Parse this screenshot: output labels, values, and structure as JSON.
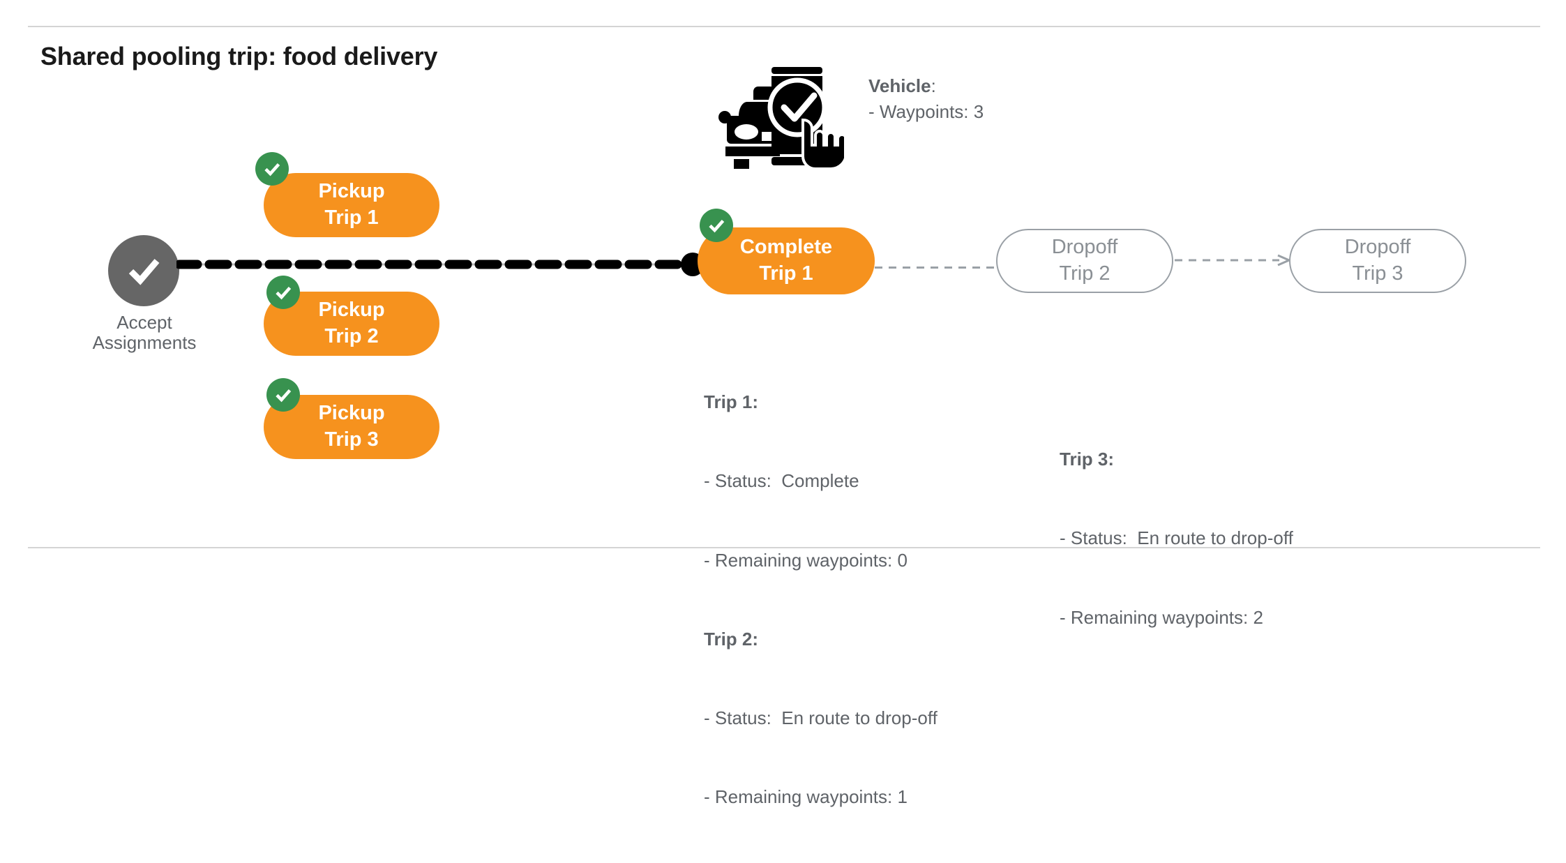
{
  "page": {
    "title": "Shared pooling trip: food delivery",
    "accent_orange": "#F6921E",
    "accent_green": "#38924F",
    "node_gray": "#666666",
    "text_gray": "#5f6368",
    "outline_gray": "#9aa0a6",
    "rule_gray": "#d4d4d4"
  },
  "start_node": {
    "icon": "check-circle-icon",
    "label_line1": "Accept",
    "label_line2": "Assignments"
  },
  "pickups": [
    {
      "line1": "Pickup",
      "line2": "Trip 1",
      "badge": "check-badge-icon"
    },
    {
      "line1": "Pickup",
      "line2": "Trip 2",
      "badge": "check-badge-icon"
    },
    {
      "line1": "Pickup",
      "line2": "Trip 3",
      "badge": "check-badge-icon"
    }
  ],
  "complete_node": {
    "line1": "Complete",
    "line2": "Trip 1",
    "badge": "check-badge-icon"
  },
  "dropoffs": [
    {
      "line1": "Dropoff",
      "line2": "Trip 2"
    },
    {
      "line1": "Dropoff",
      "line2": "Trip 3"
    }
  ],
  "vehicle": {
    "icon": "car-phone-check-icon",
    "heading": "Vehicle",
    "heading_colon": ":",
    "waypoints_line": "- Waypoints: 3"
  },
  "trip_notes": {
    "left_block": "Trip 1:\n- Status:  Complete\n- Remaining waypoints: 0\nTrip 2:\n- Status:  En route to drop-off\n- Remaining waypoints: 1",
    "left_lines": [
      {
        "text": "Trip 1:",
        "bold": true
      },
      {
        "text": "- Status:  Complete",
        "bold": false
      },
      {
        "text": "- Remaining waypoints: 0",
        "bold": false
      },
      {
        "text": "Trip 2:",
        "bold": true
      },
      {
        "text": "- Status:  En route to drop-off",
        "bold": false
      },
      {
        "text": "- Remaining waypoints: 1",
        "bold": false
      }
    ],
    "right_lines": [
      {
        "text": "Trip 3:",
        "bold": true
      },
      {
        "text": "- Status:  En route to drop-off",
        "bold": false
      },
      {
        "text": "- Remaining waypoints: 2",
        "bold": false
      }
    ],
    "trip1_header": "Trip 1:",
    "trip1_status": "- Status:  Complete",
    "trip1_waypoints": "- Remaining waypoints: 0",
    "trip2_header": "Trip 2:",
    "trip2_status": "- Status:  En route to drop-off",
    "trip2_waypoints": "- Remaining waypoints: 1",
    "trip3_header": "Trip 3:",
    "trip3_status": "- Status:  En route to drop-off",
    "trip3_waypoints": "- Remaining waypoints: 2"
  }
}
